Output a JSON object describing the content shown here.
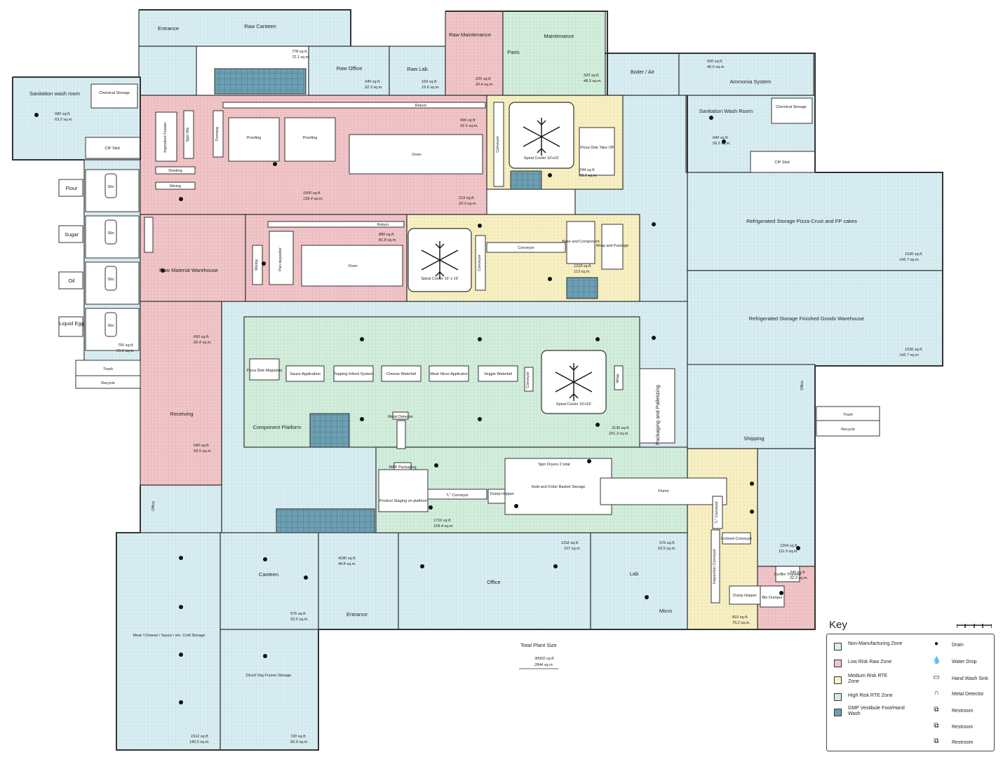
{
  "rooms": {
    "entrance_top": "Entrance",
    "raw_canteen": "Raw Canteen",
    "raw_office": "Raw Office",
    "raw_lab": "Raw Lab",
    "raw_maintenance": "Raw Maintenance",
    "parts": "Parts",
    "maintenance": "Maintenance",
    "boiler_air": "Boiler / Air",
    "ammonia_system": "Ammonia System",
    "sanitation_left": "Sanitation wash room",
    "chemical_left": "Chemical Storage",
    "cip_left": "CIP Skid",
    "sanitation_right": "Sanitation Wash Room",
    "chemical_right": "Chemical Storage",
    "cip_right": "CIP Skid",
    "flour": "Flour",
    "sugar": "Sugar",
    "oil": "Oil",
    "liquid_egg": "Liquid Egg",
    "silo": "Silo",
    "trash_left": "Trash",
    "recycle_left": "Recycle",
    "trash_right": "Trash",
    "recycle_right": "Recycle",
    "raw_material_warehouse": "Raw Material Warehouse",
    "receiving": "Receiving",
    "office_left": "Office",
    "office_right": "Office",
    "ref_storage_crust": "Refrigerated Storage Pizza Crust and FP cakes",
    "ref_storage_fg": "Refrigerated Storage Finished Goods Warehouse",
    "packaging_palletizing": "Packaging and Palletizing",
    "shipping": "Shipping",
    "canteen": "Canteen",
    "office_main": "Office",
    "entrance_bottom": "Entrance",
    "lab": "Lab",
    "micro": "Micro",
    "cold_storage": "Meat / Cheese / Sauce / etc. Cold Storage",
    "frozen_storage": "Diced Veg Frozen Storage",
    "component_platform": "Component Platform"
  },
  "equipment": {
    "ingredient_feeder": "Ingredient Feeder",
    "spin_mix": "Spin Mix",
    "forming": "Forming",
    "proofing1": "Proofing",
    "proofing2": "Proofing",
    "oven1": "Oven",
    "dividing": "Dividing",
    "mixing": "Mixing",
    "return1": "Return",
    "conveyor_a": "Conveyor",
    "spiral_cooler1": "Spiral Cooler 16'x16'",
    "pizza_disk_take_off": "Pizza Disk Take Off",
    "return2": "Return",
    "mixing2": "Mixing",
    "pan_depositor": "Pan depositor",
    "oven2": "Oven",
    "spiral_cooler2": "Spiral Cooler 16' x 16'",
    "conveyor_b": "Conveyor",
    "conveyor_c": "Conveyor",
    "base_component": "Base and Component",
    "wrap_package": "Wrap and Package",
    "pizza_disk_magazine": "Pizza Disk Magazine",
    "sauce_application": "Sauce Application",
    "topping_infeed": "Topping Infeed System",
    "cheese_waterfall": "Cheese Waterfall",
    "meat_slicer": "Meat Slicer Applicator",
    "veggie_waterfall": "Veggie Waterfall",
    "conveyor_d": "Conveyor",
    "spiral_cooler3": "Spiral Cooler 16'x16'",
    "wrap": "Wrap",
    "metal_detector": "Metal Detector",
    "map_packaging": "MAP Packaging",
    "product_staging": "Product Staging on platform",
    "l_conveyor": "\"L\" Conveyor",
    "dump_hopper1": "Dump Hopper",
    "spin_dryers": "Spin Dryers 2 total",
    "hold_order_basket": "Hold and Order Basket Storage",
    "flume": "Flume",
    "l_conveyor2": "\"L\" Conveyor",
    "incline_conveyor": "Inclined Conveyor",
    "inspection_conveyor": "Inspection Conveyor",
    "dump_hopper2": "Dump Hopper",
    "bin_dumper": "Bin Dumper",
    "ice_maker": "Ice/Bin Transfer"
  },
  "areas": {
    "raw_canteen": [
      "778 sq.ft.",
      "72.1 sq.m."
    ],
    "raw_office": [
      "240 sq.ft.",
      "22.3 sq.m."
    ],
    "raw_lab": [
      "169 sq.ft.",
      "15.6 sq.m."
    ],
    "raw_maintenance": [
      "220 sq.ft.",
      "20.4 sq.m."
    ],
    "maintenance": [
      "520 sq.ft.",
      "48.3 sq.m."
    ],
    "ammonia": [
      "500 sq.ft.",
      "46.5 sq.m."
    ],
    "sanitation_left": [
      "680 sq.ft.",
      "63.2 sq.m."
    ],
    "raw_process": [
      "1500 sq.ft.",
      "139.4 sq.m."
    ],
    "return_area": [
      "996 sq.ft.",
      "92.5 sq.m."
    ],
    "spiral1": [
      "744 sq.ft.",
      "69.1 sq.m."
    ],
    "mid_area": [
      "219 sq.ft.",
      "20.3 sq.m."
    ],
    "sanitation_right": [
      "640 sq.ft.",
      "59.5 sq.m."
    ],
    "line2": [
      "880 sq.ft.",
      "81.8 sq.m."
    ],
    "line2_mrte": [
      "1218 sq.ft.",
      "113 sq.m."
    ],
    "crust_storage": [
      "1536 sq.ft.",
      "142.7 sq.m."
    ],
    "fg_storage": [
      "1536 sq.ft.",
      "142.7 sq.m."
    ],
    "raw_wh": [
      "650 sq.ft.",
      "60.4 sq.m."
    ],
    "silos": [
      "700 sq.ft.",
      "65.0 sq.m."
    ],
    "rte_line": [
      "3136 sq.ft.",
      "291.3 sq.m."
    ],
    "receiving": [
      "640 sq.ft.",
      "59.5 sq.m."
    ],
    "hrte_pack": [
      "1716 sq.ft.",
      "159.4 sq.m."
    ],
    "shipping": [
      "1204 sq.ft.",
      "111.9 sq.m."
    ],
    "vestibule": [
      "4180 sq.ft.",
      "44.8 sq.m."
    ],
    "canteen": [
      "576 sq.ft.",
      "53.5 sq.m."
    ],
    "office_main": [
      "1152 sq.ft.",
      "107 sq.m."
    ],
    "lab": [
      "576 sq.ft.",
      "53.5 sq.m."
    ],
    "veg_line": [
      "810 sq.ft.",
      "75.2 sq.m."
    ],
    "ice": [
      "240 sq.ft.",
      "22.3 sq.m."
    ],
    "cold_storage": [
      "1512 sq.ft.",
      "140.5 sq.m."
    ],
    "frozen": [
      "720 sq.ft.",
      "66.9 sq.m."
    ]
  },
  "total": {
    "label": "Total Plant Size",
    "sqft": "30600 sq.ft.",
    "sqm": "2844 sq.m."
  },
  "key": {
    "title": "Key",
    "zones": [
      {
        "label": "Non-Manufacturing Zone",
        "color": "#d9eef2"
      },
      {
        "label": "Low Risk Raw Zone",
        "color": "#f1c6c9"
      },
      {
        "label": "Medium Risk RTE Zone",
        "color": "#f8f1c4"
      },
      {
        "label": "High Risk RTE Zone",
        "color": "#d4eedd"
      },
      {
        "label": "GMP Vestibule Foot/Hand Wash",
        "color": "#6d9fb2"
      }
    ],
    "symbols": [
      {
        "label": "Drain",
        "icon": "drain-icon"
      },
      {
        "label": "Water Drop",
        "icon": "water-drop-icon"
      },
      {
        "label": "Hand Wash Sink",
        "icon": "hand-wash-sink-icon"
      },
      {
        "label": "Metal Detector",
        "icon": "metal-detector-icon"
      },
      {
        "label": "Restroom",
        "icon": "restroom-icon"
      },
      {
        "label": "Restroom",
        "icon": "restroom-icon"
      },
      {
        "label": "Restroom",
        "icon": "restroom-icon"
      }
    ]
  },
  "colors": {
    "non_mfg": "#d9eef2",
    "low_raw": "#f1c6c9",
    "med_rte": "#f8f1c4",
    "high_rte": "#d4eedd",
    "vestibule": "#6d9fb2"
  }
}
